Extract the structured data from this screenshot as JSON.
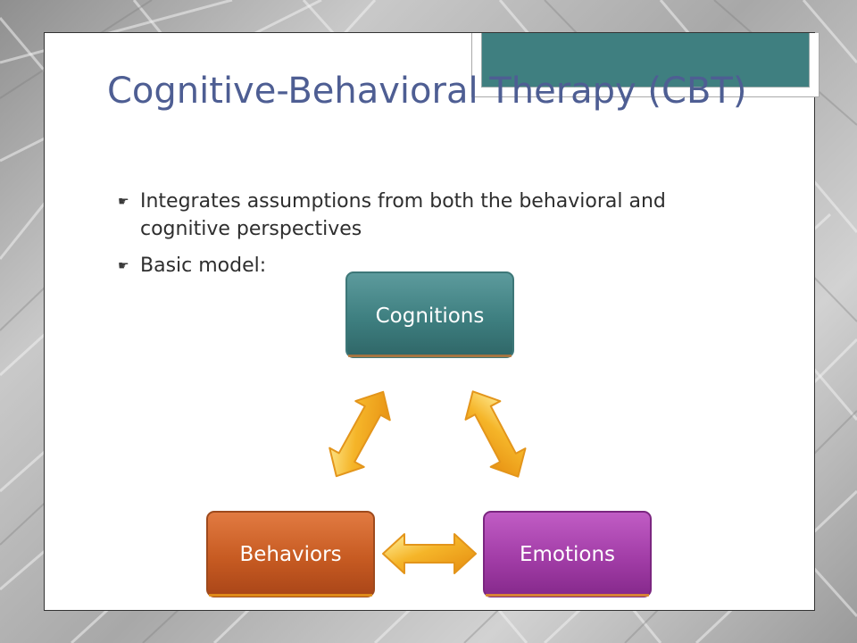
{
  "slide": {
    "title": "Cognitive-Behavioral Therapy (CBT)",
    "bullets": [
      "Integrates assumptions from both the behavioral and cognitive perspectives",
      "Basic model:"
    ]
  },
  "diagram": {
    "nodes": {
      "cognitions": "Cognitions",
      "behaviors": "Behaviors",
      "emotions": "Emotions"
    }
  },
  "colors": {
    "title": "#4e5e93",
    "cognitions": "#3f7f80",
    "behaviors": "#c85b22",
    "emotions": "#a23da7",
    "arrows": "#f2a21b"
  },
  "icons": {
    "bullet": "hand-pointer-icon"
  }
}
